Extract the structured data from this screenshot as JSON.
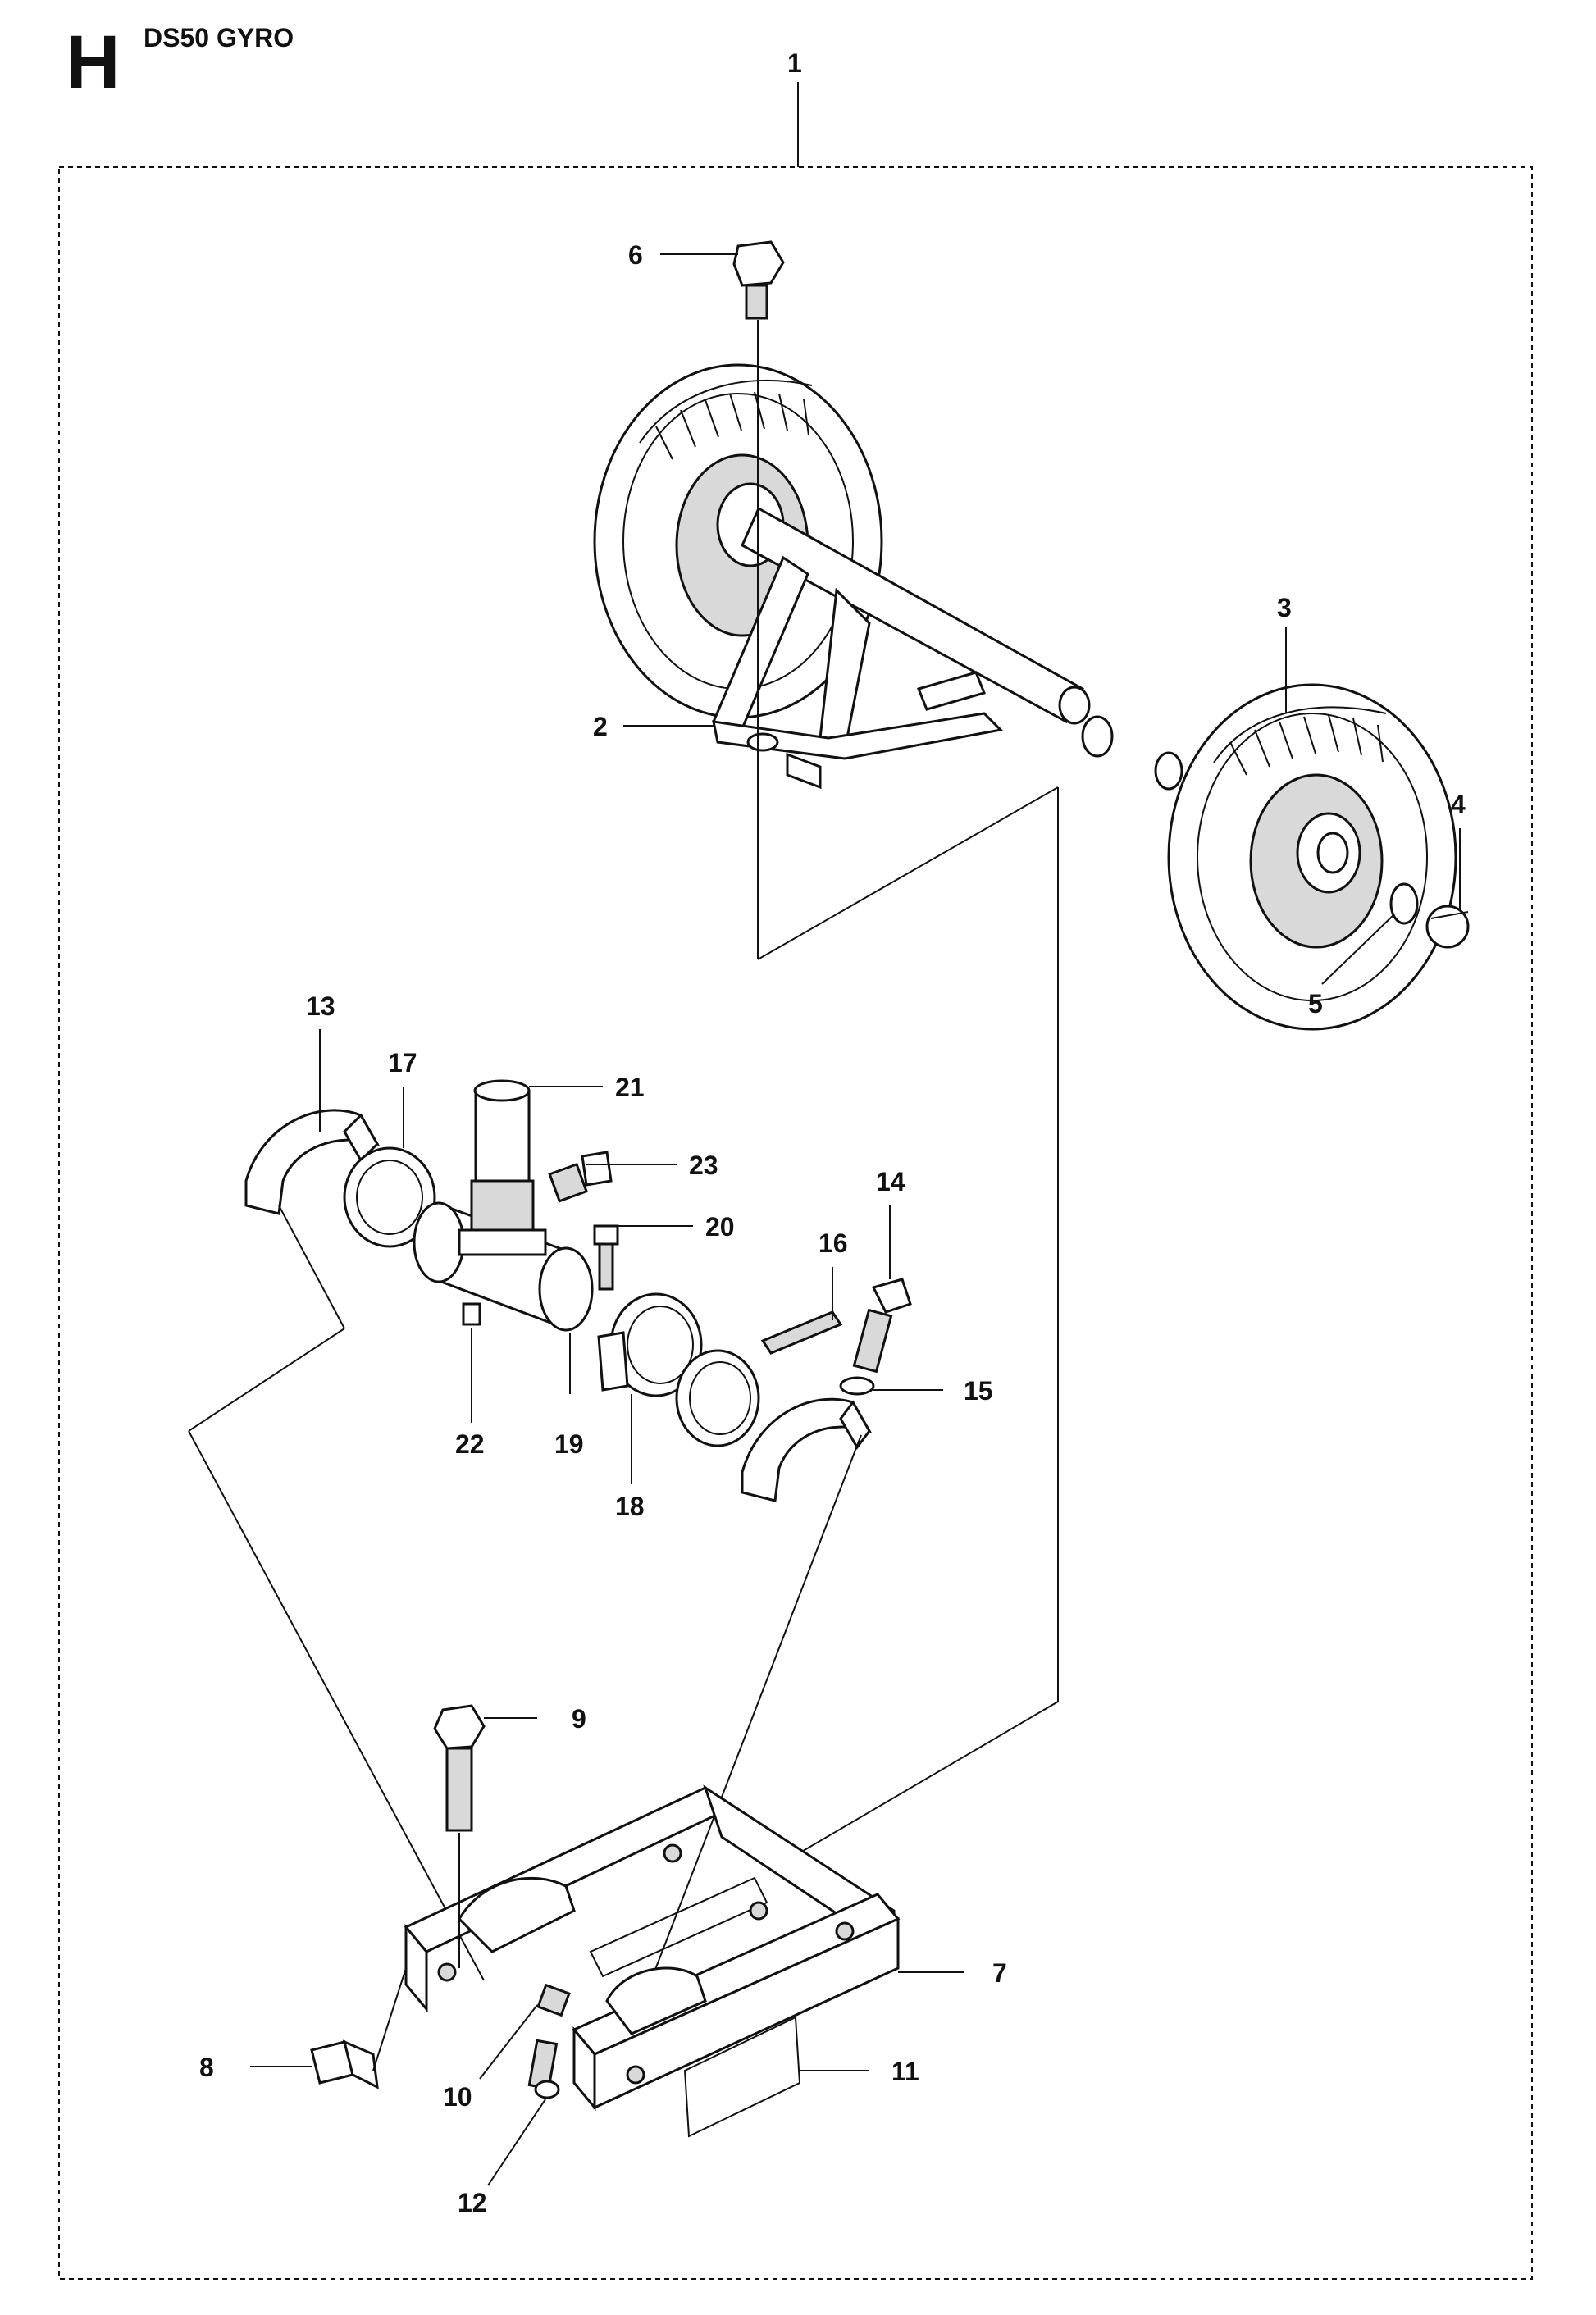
{
  "header": {
    "section_letter": "H",
    "model": "DS50 GYRO"
  },
  "callouts": [
    "1",
    "2",
    "3",
    "4",
    "5",
    "6",
    "7",
    "8",
    "9",
    "10",
    "11",
    "12",
    "13",
    "14",
    "15",
    "16",
    "17",
    "18",
    "19",
    "20",
    "21",
    "22",
    "23"
  ]
}
